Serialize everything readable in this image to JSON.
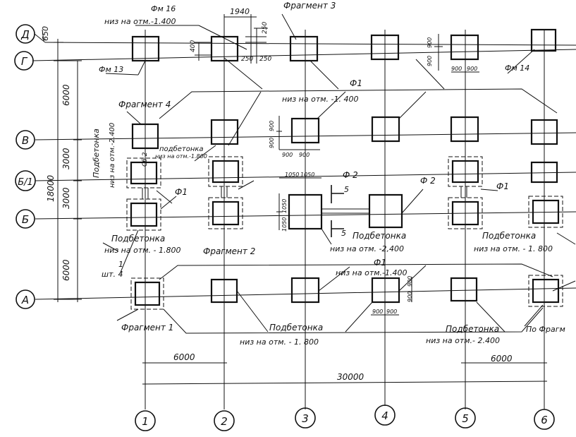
{
  "axes": {
    "columns": [
      "1",
      "2",
      "3",
      "4",
      "5",
      "6"
    ],
    "rows": [
      "Д",
      "Г",
      "В",
      "Б/1",
      "Б",
      "А"
    ]
  },
  "dimensions": {
    "d650": "650",
    "d6000_top": "6000",
    "d3000_a": "3000",
    "d3000_b": "3000",
    "d6000_bottom": "6000",
    "d18000": "18000",
    "d1940": "1940",
    "d250_a": "250",
    "d250_b": "250",
    "d250_c": "250",
    "d400": "400",
    "d900_g1": "900",
    "d900_g2": "900",
    "d900_g3": "900",
    "d900_g4": "900",
    "d900_v1": "900",
    "d900_v2": "900",
    "d900_v3": "900",
    "d900_v4": "900",
    "d1050_1": "1050",
    "d1050_2": "1050",
    "d1050_3": "1050",
    "d1050_4": "1050",
    "d900_a1": "900",
    "d900_a2": "900",
    "d900_a3": "900",
    "d900_a4": "900",
    "d6000_left": "6000",
    "d6000_right": "6000",
    "d30000": "30000"
  },
  "labels": {
    "fm16": "Фм 16",
    "niz_1400_top": "низ на отм.-1.400",
    "fragment3": "Фрагмент 3",
    "fm13": "Фм 13",
    "f1_top": "Ф1",
    "niz_1400_mid": "низ  на   отм. -1. 400",
    "fm14": "Фм 14",
    "fragment4": "Фрагмент 4",
    "podbetonka_vert": "Подбетонка",
    "niz_2400_vert": "низ на отм.-2.400",
    "podbetonka_small": "подбетонка",
    "niz_1800_small": "низ на отм.-1.800",
    "fb2": "Сб 2",
    "f1_b": "Ф1",
    "f2_left": "Ф 2",
    "f2_right": "Ф 2",
    "f1_b_right": "Ф1",
    "sec5_top": "5",
    "sec5_bottom": "5",
    "podbetonka_b1": "Подбетонка",
    "niz_1800_b1": "низ на отм. - 1.800",
    "fragment2": "Фрагмент 2",
    "podbetonka_b2": "Подбетонка",
    "niz_2400_b2": "низ на отм. -2,400",
    "podbetonka_b3": "Подбетонка",
    "niz_1800_b3": "низ на отм. - 1. 800",
    "shtuk_1": "1",
    "shtuk_4": "шт. 4",
    "f1_a": "Ф1",
    "niz_1400_a": "низ на отм.-1.400",
    "fragment1": "Фрагмент 1",
    "podbetonka_a1": "Подбетонка",
    "niz_1800_a": "низ  на  отм. - 1. 800",
    "podbetonka_a2": "Подбетонка",
    "niz_2400_a": "низ на отм.- 2.400",
    "po_fragm": "По  Фрагм"
  }
}
